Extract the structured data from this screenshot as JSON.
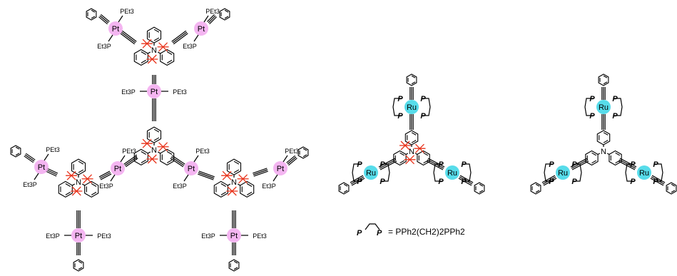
{
  "labels": {
    "pet3": "PEt3",
    "et3p": "Et3P",
    "pt": "Pt",
    "ru": "Ru",
    "n": "N",
    "p": "P"
  },
  "legend": {
    "equation": "= PPh2(CH2)2PPh2"
  },
  "colors": {
    "platinum_highlight": "#f2a8ef",
    "ruthenium_highlight": "#39d6e6",
    "tert_butyl": "#e8321a",
    "bonds": "#000000"
  }
}
